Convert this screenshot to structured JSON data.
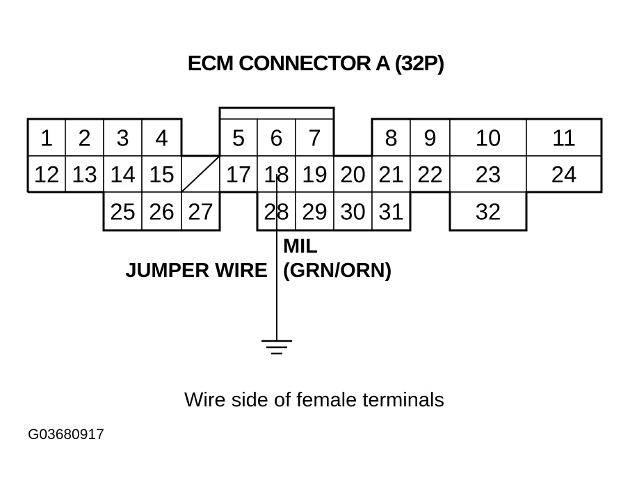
{
  "title": "ECM CONNECTOR A (32P)",
  "pins": [
    "1",
    "2",
    "3",
    "4",
    "5",
    "6",
    "7",
    "8",
    "9",
    "10",
    "11",
    "12",
    "13",
    "14",
    "15",
    "17",
    "18",
    "19",
    "20",
    "21",
    "22",
    "23",
    "24",
    "25",
    "26",
    "27",
    "28",
    "29",
    "30",
    "31",
    "32"
  ],
  "labels": {
    "jumper_wire": "JUMPER WIRE",
    "mil": "MIL",
    "wire_color": "(GRN/ORN)"
  },
  "caption": "Wire side of female terminals",
  "figure_code": "G03680917",
  "icons": {
    "ground": "ground-symbol-icon"
  }
}
